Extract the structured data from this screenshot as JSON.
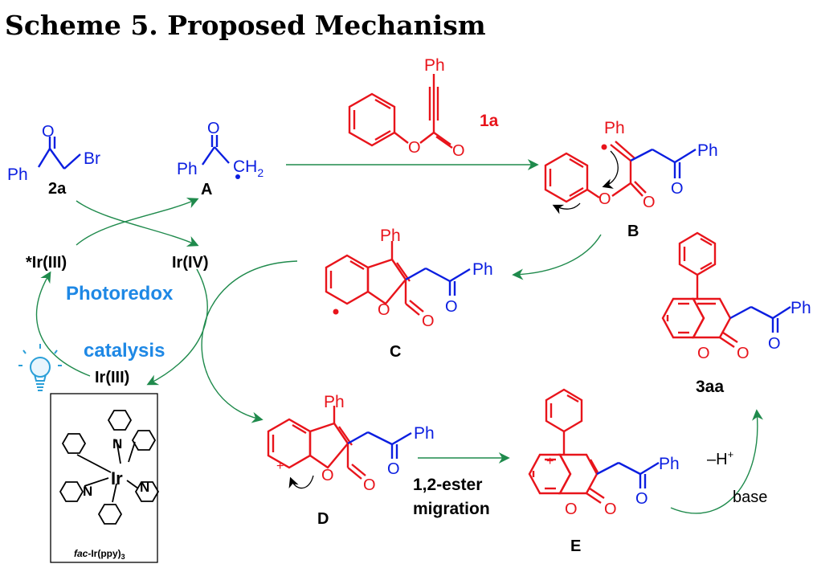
{
  "title": "Scheme 5. Proposed Mechanism",
  "reagent_1a": {
    "label": "1a",
    "substituent": "Ph"
  },
  "reagent_2a": {
    "label": "2a",
    "ph": "Ph",
    "br": "Br",
    "o": "O"
  },
  "radical_A": {
    "label": "A",
    "ph": "Ph",
    "ch2": "CH",
    "sub2": "2",
    "o": "O"
  },
  "intermediate_B": {
    "label": "B",
    "ph_top": "Ph",
    "ph_right": "Ph"
  },
  "intermediate_C": {
    "label": "C",
    "ph_top": "Ph",
    "ph_right": "Ph"
  },
  "intermediate_D": {
    "label": "D",
    "ph_top": "Ph",
    "ph_right": "Ph"
  },
  "intermediate_E": {
    "label": "E",
    "ph_right": "Ph"
  },
  "product_3aa": {
    "label": "3aa",
    "ph_right": "Ph"
  },
  "catalytic_cycle": {
    "excited": "*Ir(III)",
    "oxidized": "Ir(IV)",
    "ground": "Ir(III)",
    "name_line1": "Photoredox",
    "name_line2": "catalysis"
  },
  "catalyst_box": {
    "italic": "fac",
    "rest": "-Ir(ppy)",
    "sub": "3",
    "metal": "Ir",
    "n": "N"
  },
  "step_migration": {
    "line1": "1,2-ester",
    "line2": "migration"
  },
  "step_deprotonation": {
    "top": "–H",
    "sup": "+",
    "bottom": "base"
  },
  "atoms": {
    "o": "O",
    "plus": "+"
  },
  "colors": {
    "red": "#e8141b",
    "blue": "#0b1ee0",
    "green": "#1f8a4c",
    "light_blue": "#1e88e5"
  },
  "icons": [
    "light-bulb-icon"
  ]
}
